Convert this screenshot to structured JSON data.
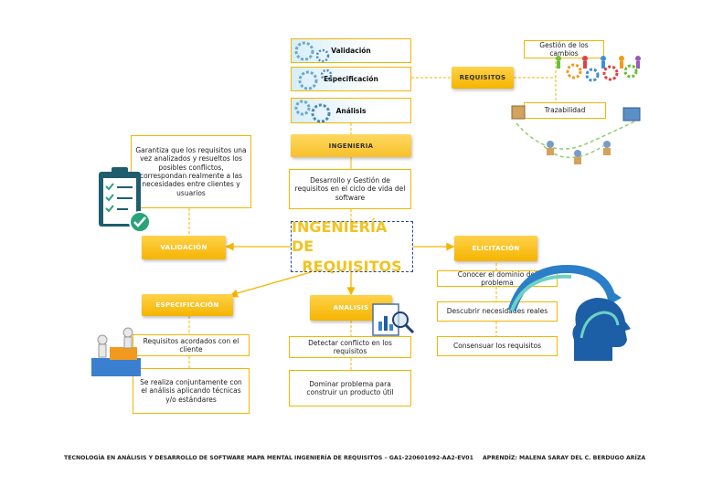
{
  "stack": {
    "validacion": "Validación",
    "especificacion": "Especificación",
    "analisis": "Análisis"
  },
  "requisitos_label": "REQUISITOS",
  "ingenieria_label": "INGENIERIA",
  "desarrollo_text": "Desarrollo y Gestión de requisitos en el ciclo de vida del software",
  "cambios_label": "Gestión de los cambios",
  "trazabilidad_label": "Trazabilidad",
  "garantiza_text": "Garantiza que los requisitos una vez analizados y resueltos los posibles conflictos, correspondan realmente a las necesidades entre clientes y usuarios",
  "center": {
    "line1": "INGENIERÍA DE",
    "line2": "REQUISITOS"
  },
  "validacion_label": "VALIDACIÓN",
  "elicitacion_label": "ELICITACIÓN",
  "especificacion_label": "ESPECIFICACIÓN",
  "analisis_label": "ANALISIS",
  "elicitacion_items": [
    "Conocer el dominio del problema",
    "Descubrir necesidades reales",
    "Consensuar los requisitos"
  ],
  "especificacion_items": [
    "Requisitos acordados con el cliente",
    "Se realiza conjuntamente con el análisis aplicando técnicas y/o estándares"
  ],
  "analisis_items": [
    "Detectar conflicto en los requisitos",
    "Dominar problema para construir un producto útil"
  ],
  "footer": {
    "left": "TECNOLOGÍA EN ANÁLISIS Y DESARROLLO DE SOFTWARE",
    "middle": "MAPA MENTAL INGENIERÍA DE REQUISITOS – GA1-220601092-AA2-EV01",
    "right": "APRENDÍZ: MALENA SARAY DEL C. BERDUGO ARÍZA"
  },
  "colors": {
    "accent": "#f5b400",
    "center_border": "#2a4a9a",
    "center_text": "#f2c320"
  }
}
